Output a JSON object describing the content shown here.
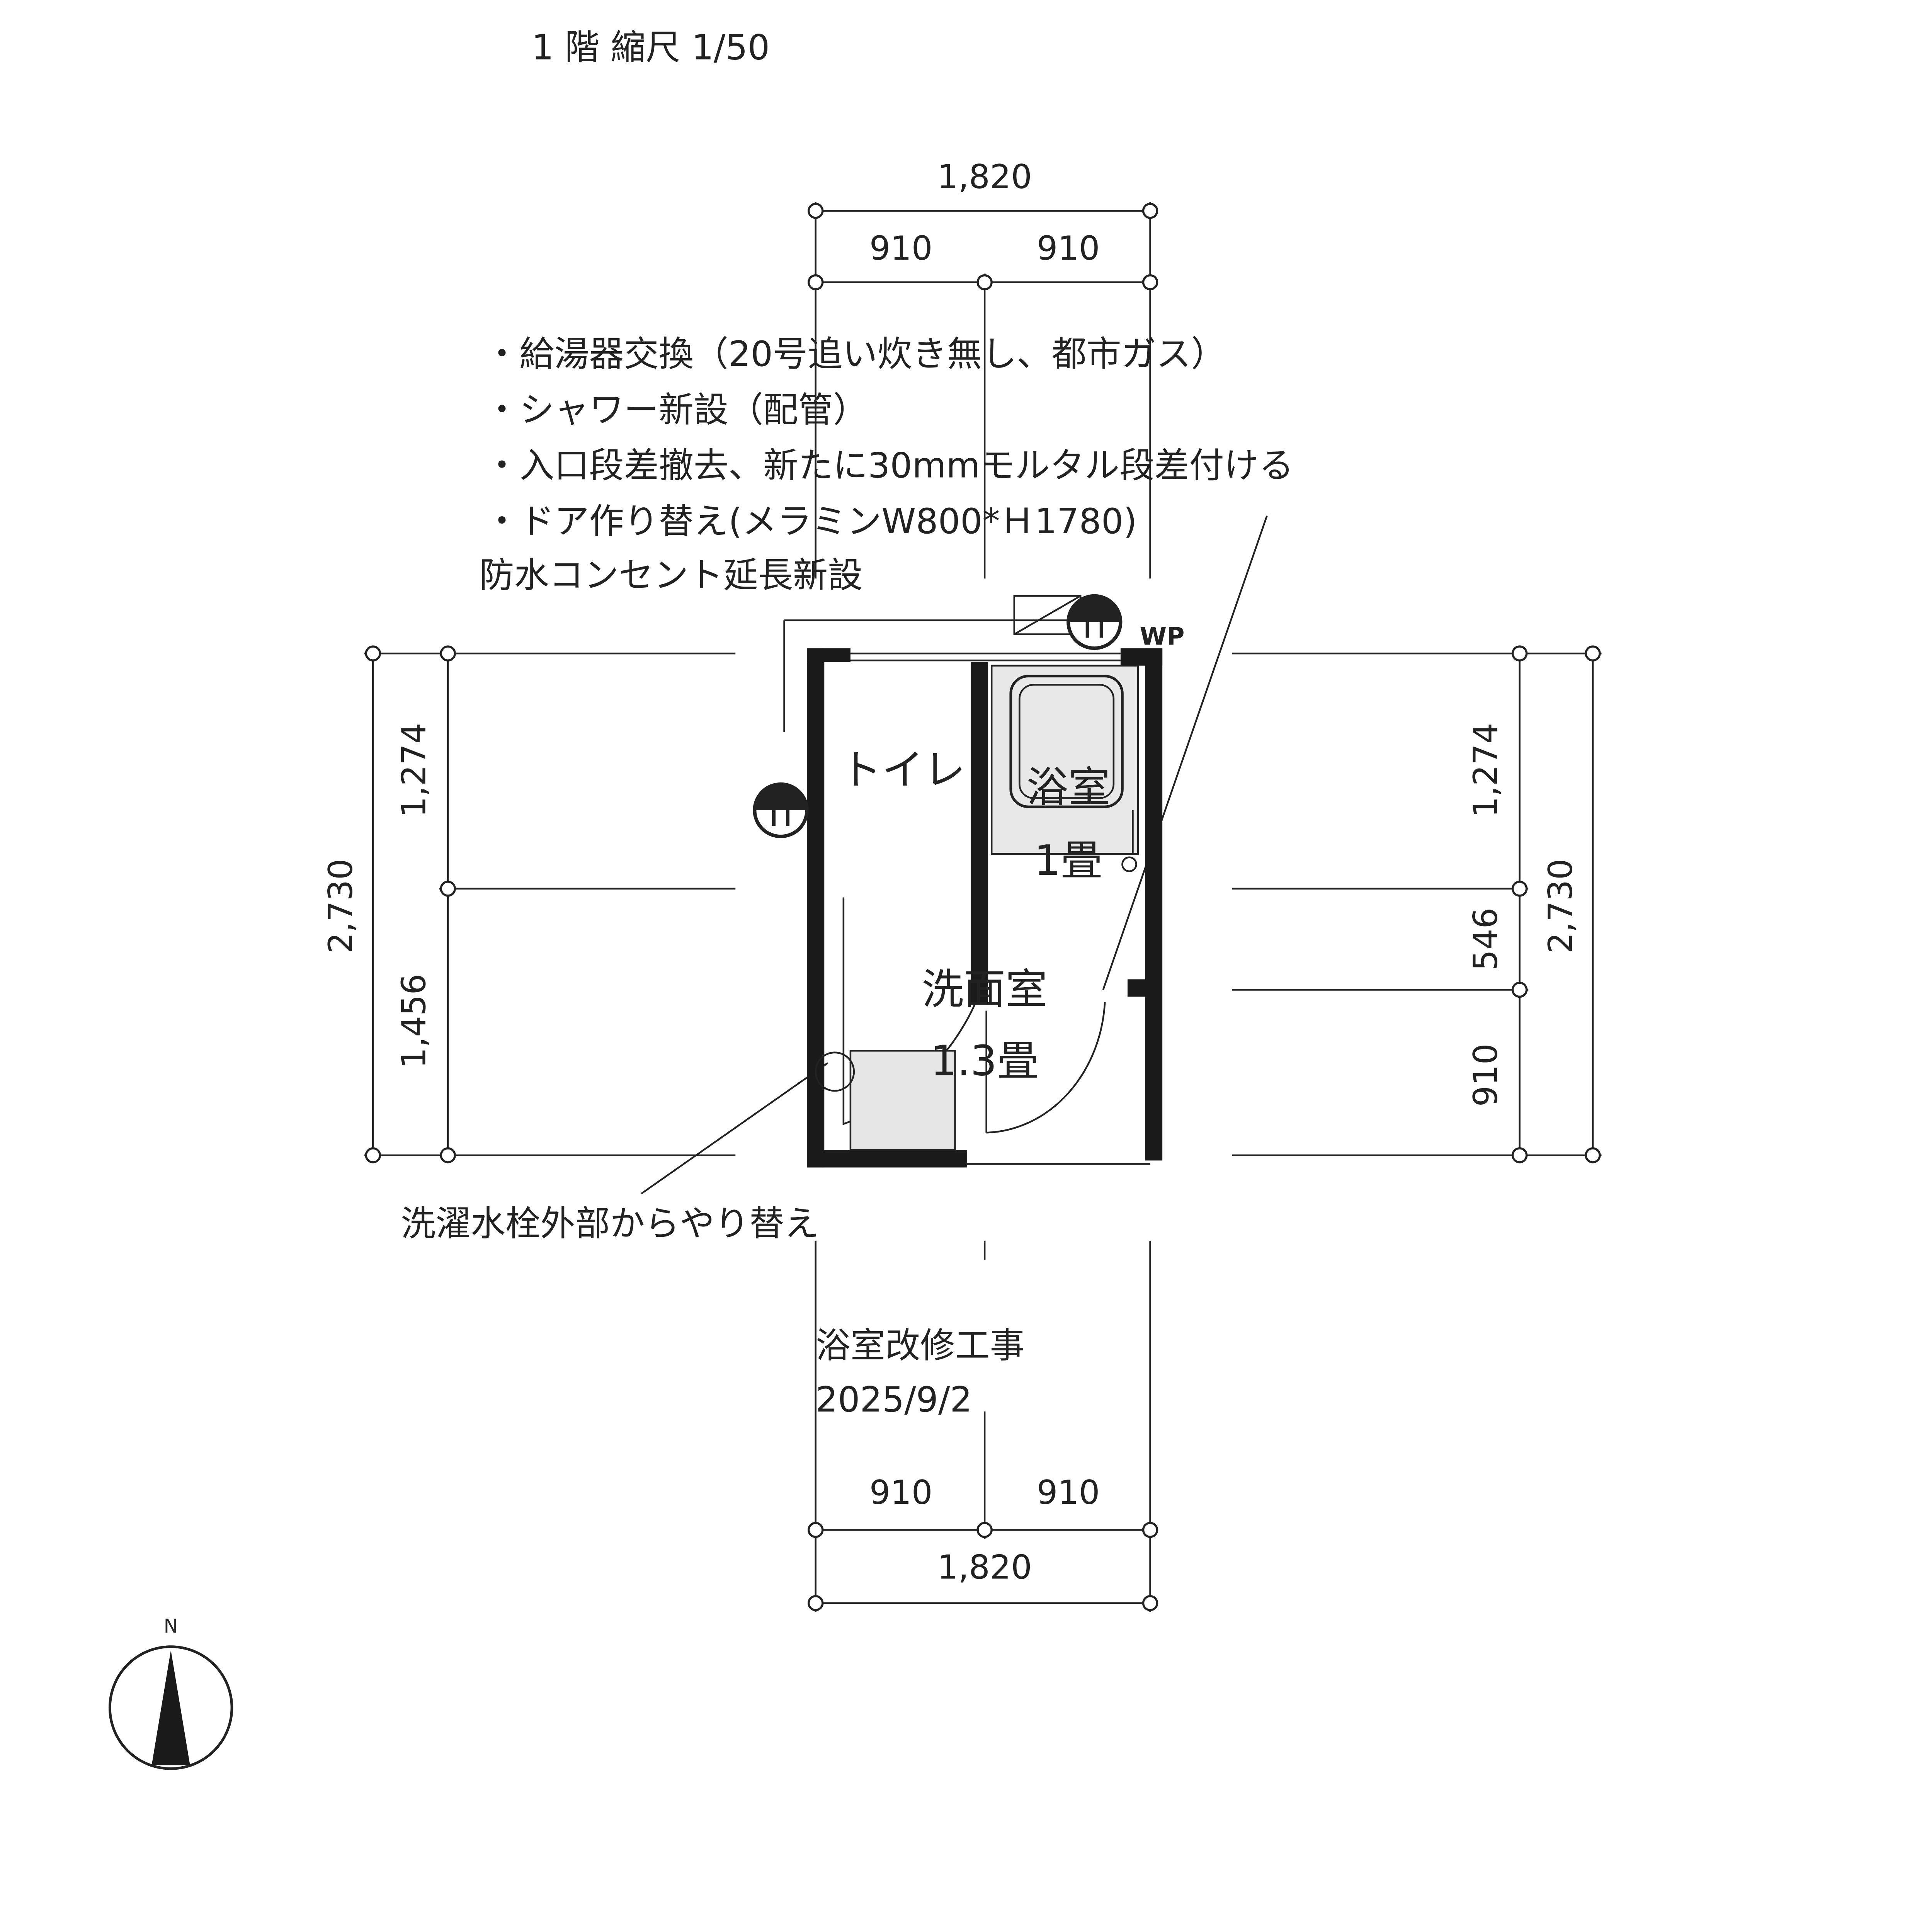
{
  "title": "1 階 縮尺 1/50",
  "dimensions": {
    "top_total": "1,820",
    "top_left": "910",
    "top_right": "910",
    "bottom_left": "910",
    "bottom_right": "910",
    "bottom_total": "1,820",
    "left_total": "2,730",
    "left_upper": "1,274",
    "left_lower": "1,456",
    "right_upper": "1,274",
    "right_middle": "546",
    "right_lower": "910",
    "right_total": "2,730"
  },
  "notes": [
    "・給湯器交換（20号追い炊き無し、都市ガス）",
    "・シャワー新設（配管）",
    "・入口段差撤去、新たに30mmモルタル段差付ける",
    "・ドア作り替え(メラミンW800*Ｈ1780)"
  ],
  "outlet_note": "防水コンセント延長新設",
  "faucet_note": "洗濯水栓外部からやり替え",
  "rooms": {
    "toilet": "トイレ",
    "bath": "浴室",
    "bath_size": "1畳",
    "washroom": "洗面室",
    "washroom_size": "1.3畳"
  },
  "wp_label": "WP",
  "project": {
    "name": "浴室改修工事",
    "date": "2025/9/2"
  },
  "north_label": "N"
}
